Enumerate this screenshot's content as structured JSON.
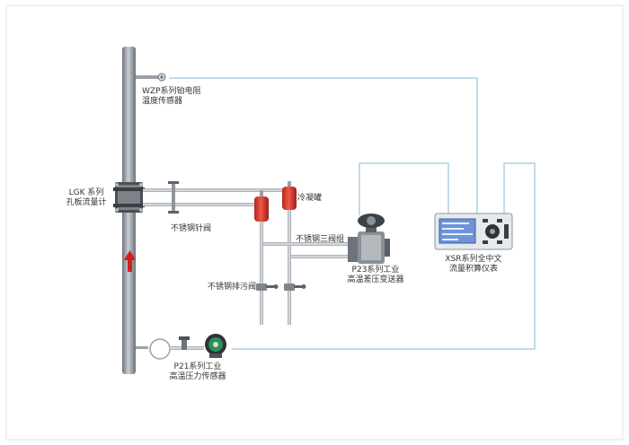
{
  "labels": {
    "wzp_line1": "WZP系列铂电阻",
    "wzp_line2": "温度传感器",
    "lgk_line1": "LGK 系列",
    "lgk_line2": "孔板流量计",
    "needle_valve": "不锈钢针阀",
    "condenser": "冷凝罐",
    "three_valve": "不锈钢三阀组",
    "p23_line1": "P23系列工业",
    "p23_line2": "高温差压变送器",
    "drain_valve": "不锈钢排污阀",
    "xsr_line1": "XSR系列全中文",
    "xsr_line2": "流量积算仪表",
    "p21_line1": "P21系列工业",
    "p21_line2": "高温压力传感器"
  },
  "colors": {
    "pipe": "#8d9399",
    "signal_wire": "#9ec3dc",
    "impulse_line": "#b8bec4",
    "condenser": "#e0392b",
    "flow_arrow": "#d22020",
    "meter_screen": "#6f93d9"
  },
  "icons": {
    "flow_direction": "arrow-up-icon"
  }
}
